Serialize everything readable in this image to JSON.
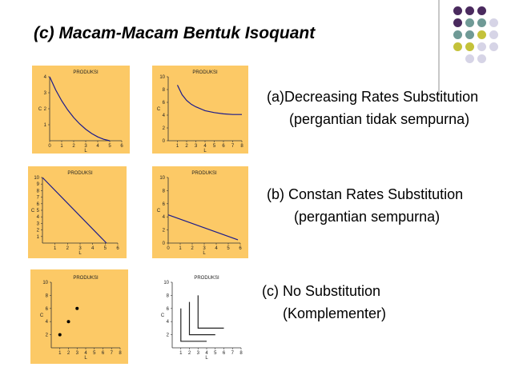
{
  "slide": {
    "title": "(c) Macam-Macam Bentuk Isoquant"
  },
  "descriptions": [
    {
      "line1": "(a)Decreasing Rates Substitution",
      "line2": "(pergantian tidak sempurna)"
    },
    {
      "line1": "(b) Constan Rates Substitution",
      "line2": "(pergantian  sempurna)"
    },
    {
      "line1": "(c) No Substitution",
      "line2": "(Komplementer)"
    }
  ],
  "colors": {
    "panel_bg": "#fcc966",
    "curve": "#1a1a8c",
    "dot_purple": "#4a2a5e",
    "dot_teal": "#6f9a96",
    "dot_olive": "#c4c23a",
    "dot_lavender": "#d6d4e6"
  },
  "decor_dots": [
    [
      "dot_purple",
      "dot_purple",
      "dot_purple",
      null
    ],
    [
      "dot_purple",
      "dot_teal",
      "dot_teal",
      "dot_lavender"
    ],
    [
      "dot_teal",
      "dot_teal",
      "dot_olive",
      "dot_lavender"
    ],
    [
      "dot_olive",
      "dot_olive",
      "dot_lavender",
      "dot_lavender"
    ],
    [
      null,
      "dot_lavender",
      "dot_lavender",
      null
    ]
  ],
  "chart_data": [
    {
      "id": "a1",
      "type": "line",
      "title": "PRODUKSI",
      "xlabel": "L",
      "ylabel": "C",
      "xlim": [
        0,
        6
      ],
      "ylim": [
        0,
        4
      ],
      "xticks": [
        0,
        1,
        2,
        3,
        4,
        5,
        6
      ],
      "yticks": [
        1,
        2,
        3,
        4
      ],
      "series": [
        {
          "x": [
            0,
            0.5,
            1,
            1.5,
            2,
            2.5,
            3,
            3.5,
            4,
            4.5,
            5
          ],
          "y": [
            4,
            3.18,
            2.5,
            1.93,
            1.45,
            1.05,
            0.72,
            0.45,
            0.24,
            0.09,
            0
          ]
        }
      ]
    },
    {
      "id": "a2",
      "type": "line",
      "title": "PRODUKSI",
      "xlabel": "L",
      "ylabel": "C",
      "xlim": [
        0,
        8
      ],
      "ylim": [
        0,
        10
      ],
      "xticks": [
        1,
        2,
        3,
        4,
        5,
        6,
        7,
        8
      ],
      "yticks": [
        0,
        2,
        4,
        6,
        8,
        10
      ],
      "series": [
        {
          "x": [
            1,
            1.5,
            2,
            2.5,
            3,
            4,
            5,
            6,
            7,
            8
          ],
          "y": [
            8.7,
            7.2,
            6.3,
            5.7,
            5.3,
            4.7,
            4.4,
            4.2,
            4.1,
            4.1
          ]
        }
      ]
    },
    {
      "id": "b1",
      "type": "line",
      "title": "PRODUKSI",
      "xlabel": "L",
      "ylabel": "C",
      "xlim": [
        0,
        6
      ],
      "ylim": [
        0,
        10
      ],
      "xticks": [
        1,
        2,
        3,
        4,
        5,
        6
      ],
      "yticks": [
        1,
        2,
        3,
        4,
        5,
        6,
        7,
        8,
        9,
        10
      ],
      "series": [
        {
          "x": [
            0,
            5.1
          ],
          "y": [
            10,
            0
          ]
        }
      ]
    },
    {
      "id": "b2",
      "type": "line",
      "title": "PRODUKSI",
      "xlabel": "L",
      "ylabel": "C",
      "xlim": [
        0,
        6
      ],
      "ylim": [
        0,
        10
      ],
      "xticks": [
        0,
        1,
        2,
        3,
        4,
        5,
        6
      ],
      "yticks": [
        0,
        2,
        4,
        6,
        8,
        10
      ],
      "series": [
        {
          "x": [
            0,
            5.8
          ],
          "y": [
            4.3,
            0.5
          ]
        }
      ]
    },
    {
      "id": "c1",
      "type": "scatter",
      "title": "PRODUKSI",
      "xlabel": "L",
      "ylabel": "C",
      "xlim": [
        0,
        8
      ],
      "ylim": [
        0,
        10
      ],
      "xticks": [
        1,
        2,
        3,
        4,
        5,
        6,
        7,
        8
      ],
      "yticks": [
        2,
        4,
        6,
        8,
        10
      ],
      "series": [
        {
          "x": [
            1,
            2,
            3
          ],
          "y": [
            2,
            4,
            6
          ]
        }
      ]
    },
    {
      "id": "c2",
      "type": "line",
      "title": "PRODUKSI",
      "xlabel": "L",
      "ylabel": "C",
      "xlim": [
        0,
        8
      ],
      "ylim": [
        0,
        10
      ],
      "xticks": [
        1,
        2,
        3,
        4,
        5,
        6,
        7,
        8
      ],
      "yticks": [
        2,
        4,
        6,
        8,
        10
      ],
      "series": [
        {
          "x": [
            1,
            1,
            4
          ],
          "y": [
            6,
            1,
            1
          ]
        },
        {
          "x": [
            2,
            2,
            5
          ],
          "y": [
            7,
            2,
            2
          ]
        },
        {
          "x": [
            3,
            3,
            6
          ],
          "y": [
            8,
            3,
            3
          ]
        }
      ]
    }
  ]
}
